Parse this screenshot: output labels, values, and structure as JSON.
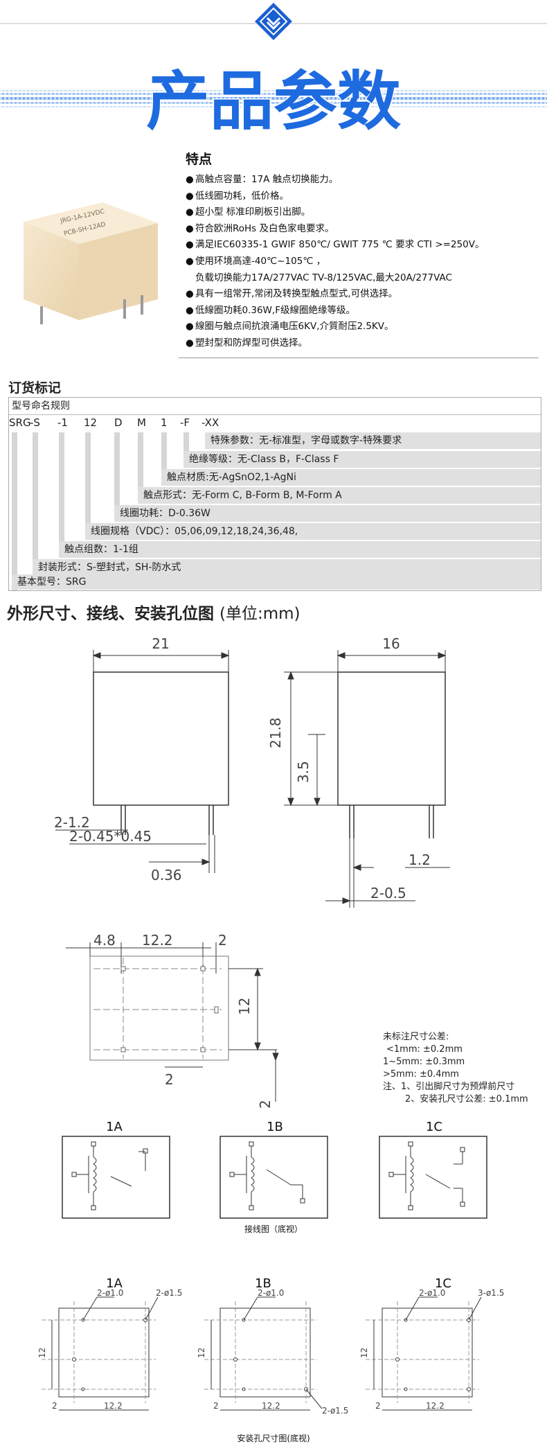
{
  "header": {
    "title": "产品参数",
    "colors": {
      "accent": "#1e6be0",
      "badge": "#1a5fd0"
    }
  },
  "features": {
    "heading": "特点",
    "items": [
      "高触点容量：17A 触点切换能力。",
      "低线圈功耗，低价格。",
      "超小型  标准印刷板引出脚。",
      "符合欧洲RoHs 及白色家电要求。",
      "满足IEC60335-1  GWIF 850℃/ GWIT 775 ℃ 要求 CTI >=250V。",
      "使用环境高達-40℃~105℃ ，",
      "负载切换能力17A/277VAC TV-8/125VAC,最大20A/277VAC",
      "具有一组常开,常闭及转换型触点型式,可供选择。",
      "低線圈功耗0.36W,F级線圈絶缘等级。",
      "線圈与触点间抗浪涌电压6KV,介質耐压2.5KV。",
      "塑封型和防焊型可供选择。"
    ]
  },
  "product_image": {
    "label_lines": [
      "JRG-1A-12VDC",
      "PCB-SH-12AD"
    ]
  },
  "ordering": {
    "title": "订货标记",
    "rule_title": "型号命名规则",
    "code_parts": [
      "SRG",
      "-S",
      "-1",
      "12",
      "D",
      "M",
      "1",
      "-F",
      "-XX"
    ],
    "rows": [
      "特殊参数：无-标准型，字母或数字-特殊要求",
      "绝缘等级：无-Class B，F-Class F",
      "触点材质:无-AgSnO2,1-AgNi",
      "触点形式：无-Form C, B-Form B,  M-Form A",
      "线圈功耗：D-0.36W",
      "线圈规格（VDC）：05,06,09,12,18,24,36,48,",
      "触点组数：1-1组",
      "封装形式：S-塑封式，SH-防水式",
      "基本型号：SRG"
    ]
  },
  "dimensions": {
    "title": "外形尺寸、接线、安装孔位图",
    "unit": "(单位:mm)",
    "front": {
      "width": "21",
      "pin_pitch": "2-1.2",
      "pin_section": "2-0.45*0.45",
      "offset": "0.36"
    },
    "side": {
      "width": "16",
      "height": "21.8",
      "pin_len": "3.5",
      "pin_w": "1.2",
      "pin_t": "2-0.5"
    },
    "bottom": {
      "a": "4.8",
      "b": "12.2",
      "c": "2",
      "h": "12",
      "d": "2",
      "e": "2"
    },
    "tolerance": [
      "未标注尺寸公差:",
      "<1mm: ±0.2mm",
      "1~5mm: ±0.3mm",
      ">5mm: ±0.4mm",
      "注、1、引出脚尺寸为预焊前尺寸",
      "2、安装孔尺寸公差: ±0.1mm"
    ]
  },
  "wiring": {
    "labels": [
      "1A",
      "1B",
      "1C"
    ],
    "caption": "接线图（底视）"
  },
  "mounting": {
    "labels": [
      "1A",
      "1B",
      "1C"
    ],
    "caption": "安装孔尺寸图(底视)",
    "hole_a": "2-ø1.0",
    "hole_b_1A": "2-ø1.5",
    "hole_b_1B": "2-ø1.5",
    "hole_b_1C": "3-ø1.5",
    "dim_h": "12",
    "dim_2": "2",
    "dim_w": "12.2"
  }
}
